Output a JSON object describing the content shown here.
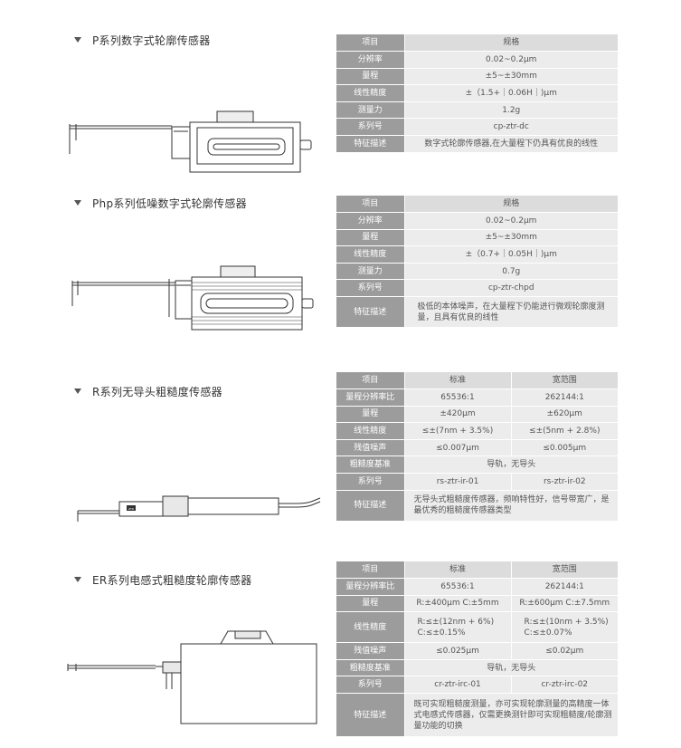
{
  "sections": [
    {
      "title": "P系列数字式轮廓传感器",
      "table": {
        "header": [
          "项目",
          "规格"
        ],
        "rows": [
          [
            "分辨率",
            "0.02~0.2μm"
          ],
          [
            "量程",
            "±5~±30mm"
          ],
          [
            "线性精度",
            "±（1.5+｜0.06H｜)μm"
          ],
          [
            "测量力",
            "1.2g"
          ],
          [
            "系列号",
            "cp-ztr-dc"
          ],
          [
            "特征描述",
            "数字式轮廓传感器,在大量程下仍具有优良的线性"
          ]
        ]
      }
    },
    {
      "title": "Php系列低噪数字式轮廓传感器",
      "table": {
        "header": [
          "项目",
          "规格"
        ],
        "rows": [
          [
            "分辨率",
            "0.02~0.2μm"
          ],
          [
            "量程",
            "±5~±30mm"
          ],
          [
            "线性精度",
            "±（0.7+｜0.05H｜)μm"
          ],
          [
            "测量力",
            "0.7g"
          ],
          [
            "系列号",
            "cp-ztr-chpd"
          ],
          [
            "特征描述",
            "极低的本体噪声，在大量程下仍能进行微观轮廓度测量，且具有优良的线性"
          ]
        ]
      }
    },
    {
      "title": "R系列无导头粗糙度传感器",
      "table": {
        "header": [
          "项目",
          "标准",
          "宽范围"
        ],
        "rows": [
          [
            "量程分辨率比",
            "65536:1",
            "262144:1"
          ],
          [
            "量程",
            "±420μm",
            "±620μm"
          ],
          [
            "线性精度",
            "≤±(7nm + 3.5%)",
            "≤±(5nm + 2.8%)"
          ],
          [
            "残值噪声",
            "≤0.007μm",
            "≤0.005μm"
          ],
          [
            "粗糙度基准",
            "导轨，无导头"
          ],
          [
            "系列号",
            "rs-ztr-ir-01",
            "rs-ztr-ir-02"
          ],
          [
            "特征描述",
            "无导头式粗糙度传感器，频响特性好，信号带宽广，是最优秀的粗糙度传感器类型"
          ]
        ]
      }
    },
    {
      "title": "ER系列电感式粗糙度轮廓传感器",
      "table": {
        "header": [
          "项目",
          "标准",
          "宽范围"
        ],
        "rows": [
          [
            "量程分辨率比",
            "65536:1",
            "262144:1"
          ],
          [
            "量程",
            "R:±400μm  C:±5mm",
            "R:±600μm  C:±7.5mm"
          ],
          [
            "线性精度",
            "R:≤±(12nm + 6%)\nC:≤±0.15%",
            "R:≤±(10nm + 3.5%)\nC:≤±0.07%"
          ],
          [
            "残值噪声",
            "≤0.025μm",
            "≤0.02μm"
          ],
          [
            "粗糙度基准",
            "导轨，无导头"
          ],
          [
            "系列号",
            "cr-ztr-irc-01",
            "cr-ztr-irc-02"
          ],
          [
            "特征描述",
            "既可实现粗糙度测量，亦可实现轮廓测量的高精度一体式电感式传感器，仅需更换测针即可实现粗糙度/轮廓测量功能的切换"
          ]
        ]
      }
    }
  ],
  "diagram_labels": {
    "r_sensor_tag": "ZTR"
  },
  "colors": {
    "key_cell": "#9c9c9c",
    "value_cell": "#ececec",
    "header_cell": "#dcdcdc",
    "line": "#333333"
  }
}
